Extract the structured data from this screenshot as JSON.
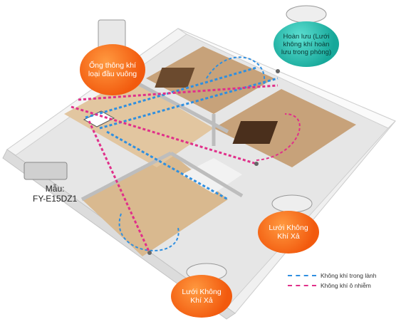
{
  "labels": {
    "duct": "Ống thông khí loại đầu vuông",
    "return": "Hoàn lưu (Lưới không khí hoàn lưu trong phòng)",
    "exhaust_1": "Lưới Không Khí Xả",
    "exhaust_2": "Lưới Không Khí Xả",
    "model": "Mẫu:\nFY-E15DZ1"
  },
  "legend": {
    "fresh": "Không khí trong lành",
    "polluted": "Không khí ô nhiễm"
  },
  "colors": {
    "fresh": "#2f8fe0",
    "polluted": "#e0308a",
    "callout_orange": "#f25a0e",
    "callout_teal": "#17a89a",
    "wood_floor": "#d9b98f",
    "wall": "#ececec"
  }
}
